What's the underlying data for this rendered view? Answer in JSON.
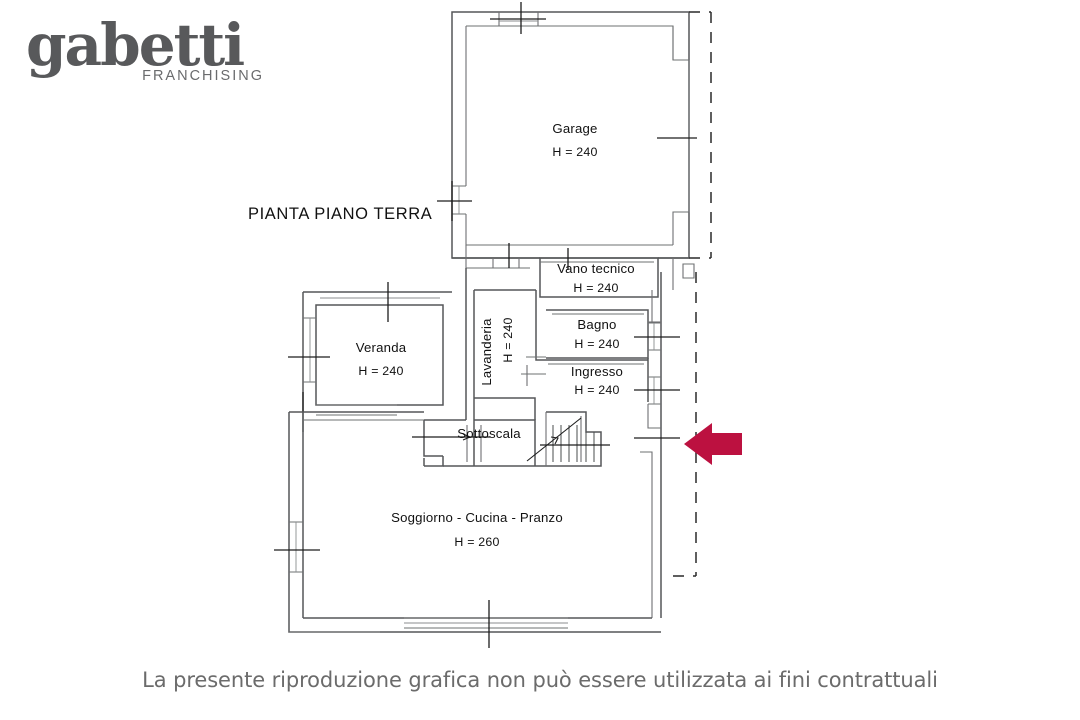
{
  "brand": {
    "wordmark": "gabetti",
    "subword": "FRANCHISING",
    "color": "#58595b"
  },
  "plan": {
    "title": "PIANTA PIANO TERRA",
    "line_color": "#555759",
    "marker_color": "#bc1140",
    "rooms": [
      {
        "name": "Garage",
        "height_label": "H = 240"
      },
      {
        "name": "Vano tecnico",
        "height_label": "H = 240"
      },
      {
        "name": "Lavanderia",
        "height_label": "H = 240"
      },
      {
        "name": "Bagno",
        "height_label": "H = 240"
      },
      {
        "name": "Ingresso",
        "height_label": "H = 240"
      },
      {
        "name": "Veranda",
        "height_label": "H = 240"
      },
      {
        "name": "Sottoscala",
        "height_label": ""
      },
      {
        "name": "Soggiorno - Cucina - Pranzo",
        "height_label": "H = 260"
      }
    ],
    "marker": {
      "name": "entrance-arrow",
      "direction": "left"
    }
  },
  "caption": {
    "text": "La presente riproduzione grafica non può essere utilizzata ai fini contrattuali"
  }
}
